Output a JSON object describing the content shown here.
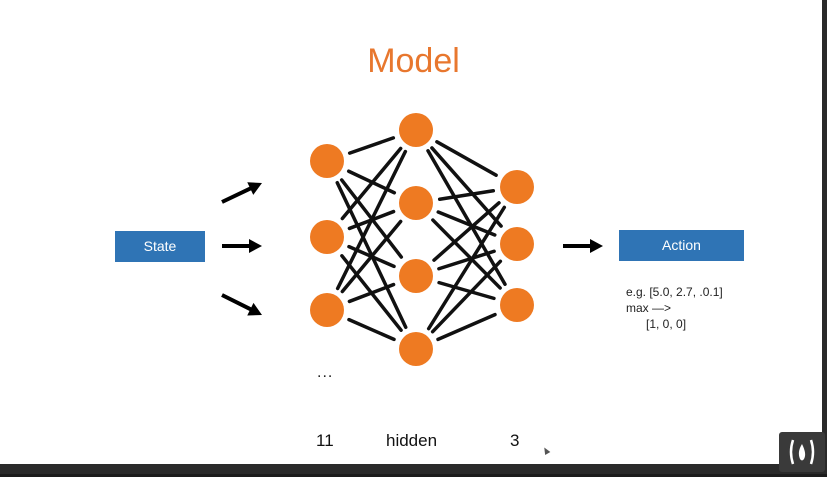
{
  "slide": {
    "title": "Model",
    "state_label": "State",
    "action_label": "Action",
    "example_lines": [
      "e.g. [5.0, 2.7, .0.1]",
      "max —>",
      "      [1, 0, 0]"
    ],
    "ellipsis": "...",
    "layer_labels": {
      "input": "11",
      "hidden": "hidden",
      "output": "3"
    }
  },
  "colors": {
    "title": "#e8772e",
    "node": "#ee7a22",
    "box": "#2f74b5",
    "edge": "#111111"
  },
  "icons": {
    "corner": "flame-logo-icon"
  }
}
